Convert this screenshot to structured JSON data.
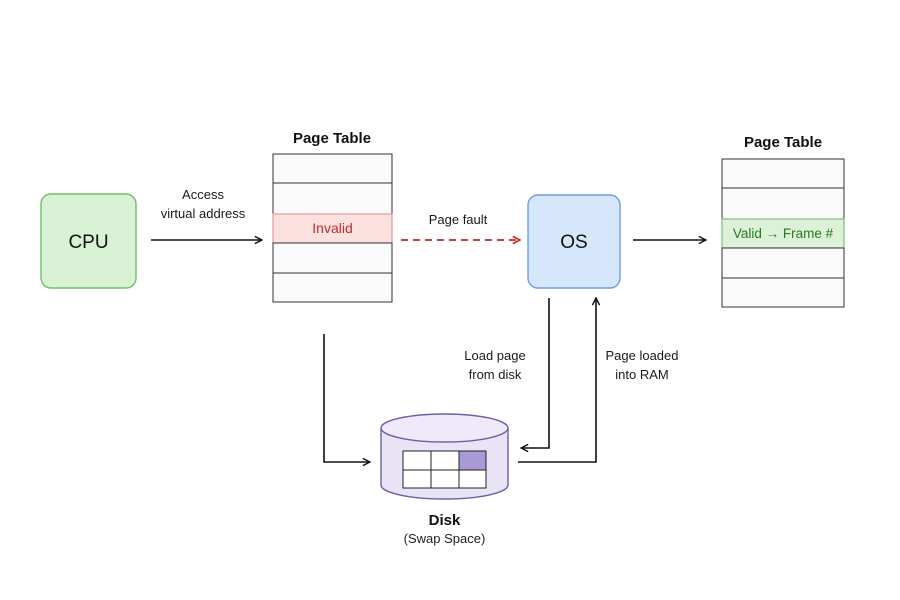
{
  "nodes": {
    "cpu": {
      "label": "CPU"
    },
    "os": {
      "label": "OS"
    },
    "page_table_left": {
      "title": "Page Table",
      "entries": [
        "",
        "",
        "Invalid",
        "",
        ""
      ]
    },
    "page_table_right": {
      "title": "Page Table",
      "entries": [
        "",
        "",
        "Valid → Frame #",
        "",
        ""
      ]
    },
    "disk": {
      "label": "Disk",
      "sublabel": "(Swap Space)"
    }
  },
  "edges": {
    "cpu_to_table": {
      "line1": "Access",
      "line2": "virtual address"
    },
    "table_to_os": {
      "label": "Page fault"
    },
    "os_to_disk": {
      "line1": "Load page",
      "line2": "from disk"
    },
    "disk_to_os": {
      "line1": "Page loaded",
      "line2": "into RAM"
    }
  },
  "colors": {
    "cpu_fill": "#d9f2d6",
    "cpu_stroke": "#6fbf6a",
    "os_fill": "#d6e6fb",
    "os_stroke": "#6e9ee3",
    "invalid_fill": "#fbe0e0",
    "invalid_stroke": "#e29a9a",
    "invalid_text": "#c22f2f",
    "valid_fill": "#dcf1d8",
    "valid_stroke": "#79c274",
    "valid_text": "#237d20",
    "disk_fill": "#e8e3f5",
    "disk_stroke": "#6f5fa6",
    "disk_highlight": "#a99ad4",
    "fault_arrow": "#c62828",
    "arrow": "#111111"
  }
}
